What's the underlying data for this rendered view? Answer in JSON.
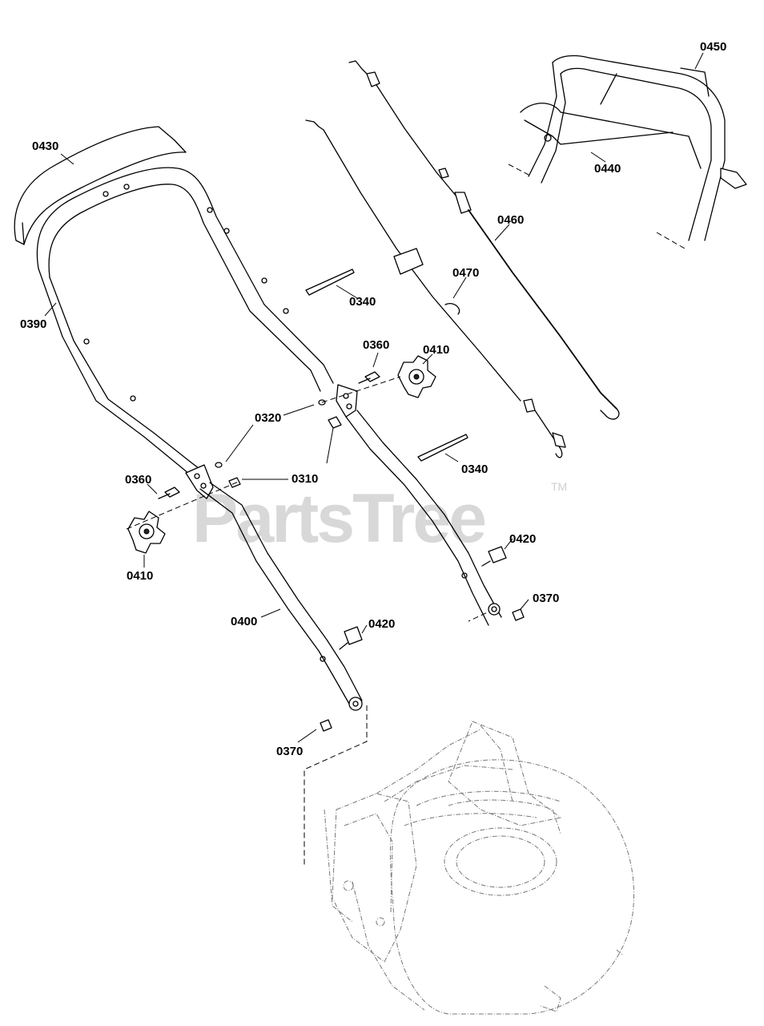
{
  "watermark": {
    "text": "PartsTree",
    "trademark": "TM"
  },
  "callouts": [
    {
      "id": "c0450",
      "text": "0450"
    },
    {
      "id": "c0430",
      "text": "0430"
    },
    {
      "id": "c0440",
      "text": "0440"
    },
    {
      "id": "c0460",
      "text": "0460"
    },
    {
      "id": "c0470",
      "text": "0470"
    },
    {
      "id": "c0340a",
      "text": "0340"
    },
    {
      "id": "c0390",
      "text": "0390"
    },
    {
      "id": "c0360a",
      "text": "0360"
    },
    {
      "id": "c0410a",
      "text": "0410"
    },
    {
      "id": "c0320",
      "text": "0320"
    },
    {
      "id": "c0310",
      "text": "0310"
    },
    {
      "id": "c0340b",
      "text": "0340"
    },
    {
      "id": "c0360b",
      "text": "0360"
    },
    {
      "id": "c0410b",
      "text": "0410"
    },
    {
      "id": "c0420a",
      "text": "0420"
    },
    {
      "id": "c0370a",
      "text": "0370"
    },
    {
      "id": "c0400",
      "text": "0400"
    },
    {
      "id": "c0420b",
      "text": "0420"
    },
    {
      "id": "c0370b",
      "text": "0370"
    }
  ]
}
